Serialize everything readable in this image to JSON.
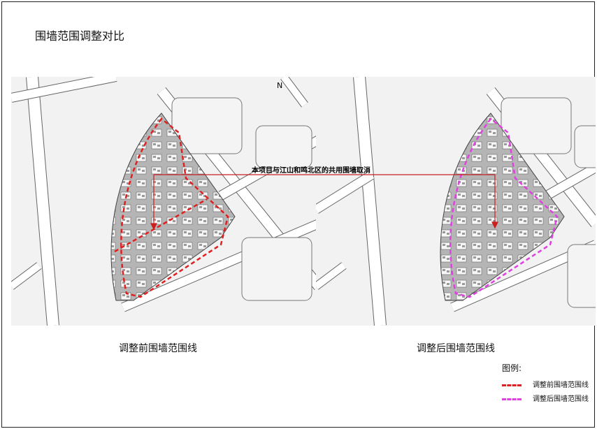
{
  "title": "围墙范围调整对比",
  "annotation": "本项目与江山和鸣北区的共用围墙取消",
  "north_label": "N",
  "captions": {
    "before": "调整前围墙范围线",
    "after": "调整后围墙范围线"
  },
  "legend": {
    "title": "图例:",
    "items": [
      {
        "label": "调整前围墙范围线",
        "color": "#e02020"
      },
      {
        "label": "调整后围墙范围线",
        "color": "#e040e0"
      }
    ]
  },
  "colors": {
    "annotation_line": "#cc1f1f",
    "before_boundary": "#e02020",
    "after_boundary": "#e040e0",
    "road": "#ffffff",
    "road_edge": "#555555",
    "ground": "#f1f1f1",
    "site": "#b8b8b8",
    "building": "#f7f7f7"
  }
}
